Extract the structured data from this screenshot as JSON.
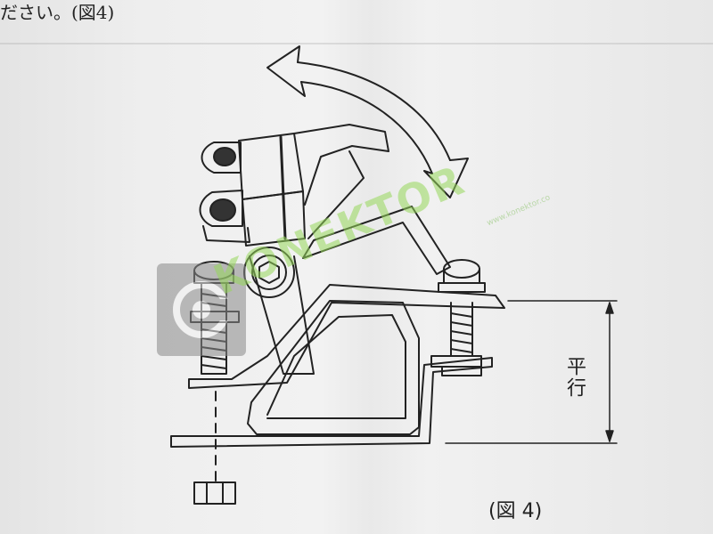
{
  "header": {
    "text": "ださい。(図4)"
  },
  "figure": {
    "caption": "(図 4)",
    "parallel_label": "平行"
  },
  "watermark": {
    "text": "KONEKTOR",
    "subtext": "www.konektor.co"
  },
  "colors": {
    "line": "#222222",
    "paper": "#eeeeee",
    "watermark": "#96d75a"
  },
  "icons": [
    "bidirectional-arrow-icon",
    "watermark-logo-icon"
  ]
}
